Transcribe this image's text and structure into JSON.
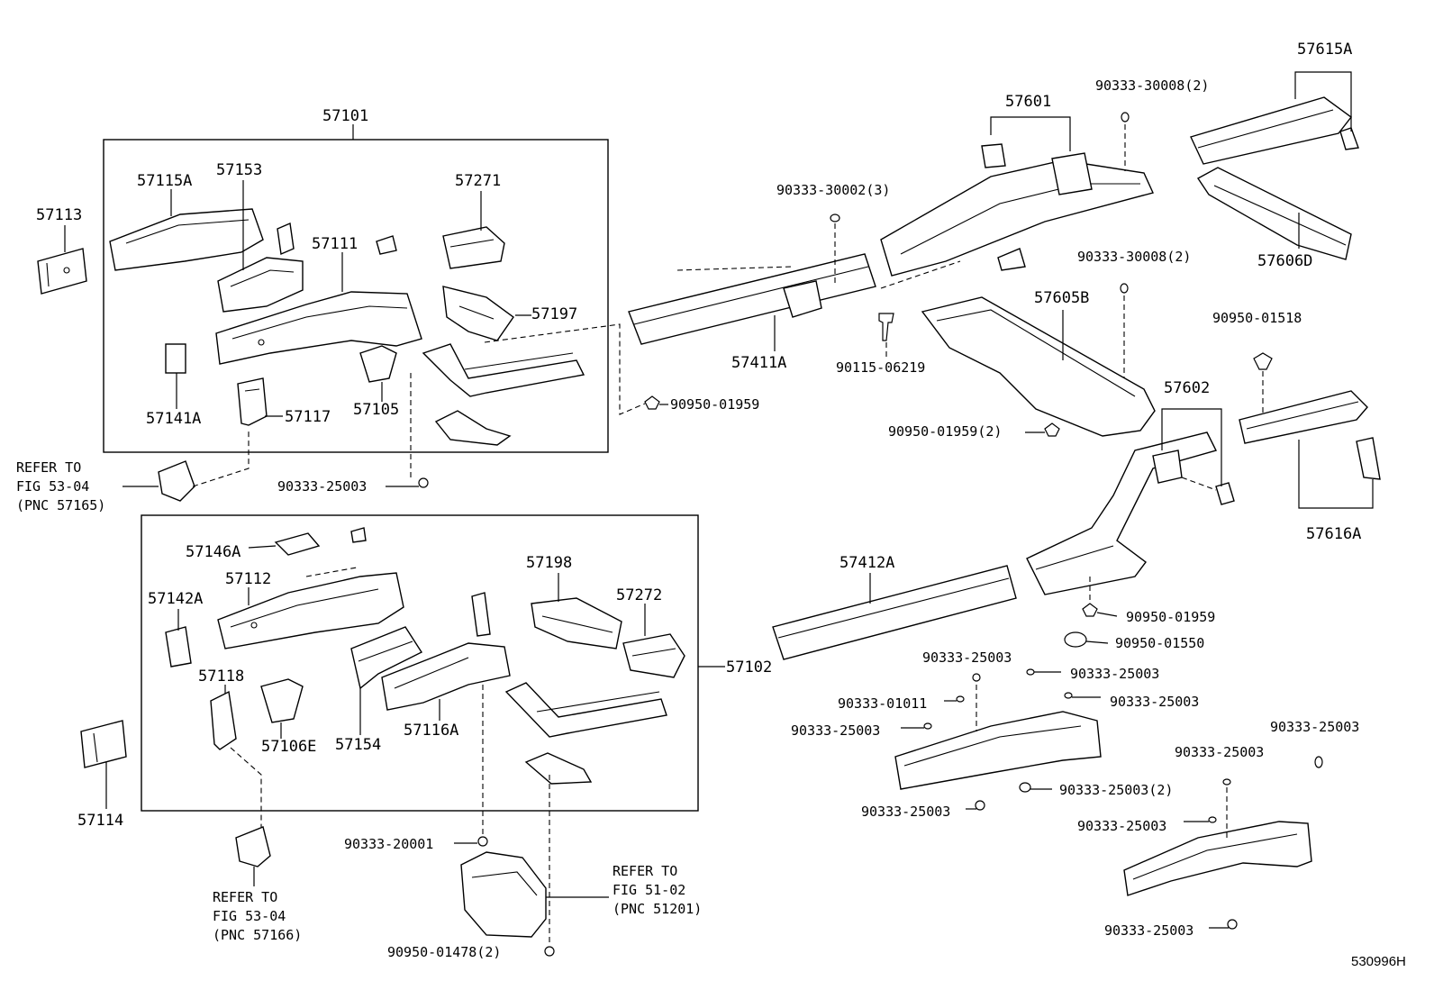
{
  "diagram": {
    "labels": {
      "l57101": "57101",
      "l57113": "57113",
      "l57115A": "57115A",
      "l57153": "57153",
      "l57271": "57271",
      "l57111": "57111",
      "l57197": "57197",
      "l57141A": "57141A",
      "l57117": "57117",
      "l57105": "57105",
      "l90950_01959_a": "90950-01959",
      "l90333_25003_a": "90333-25003",
      "l57411A": "57411A",
      "l90333_30002": "90333-30002(3)",
      "l57601": "57601",
      "l90333_30008_a": "90333-30008(2)",
      "l57615A": "57615A",
      "l57606D": "57606D",
      "l90333_30008_b": "90333-30008(2)",
      "l57605B": "57605B",
      "l90115_06219": "90115-06219",
      "l90950_01518": "90950-01518",
      "l90950_01959_b": "90950-01959(2)",
      "l57602": "57602",
      "l57616A": "57616A",
      "l57146A": "57146A",
      "l57112": "57112",
      "l57142A": "57142A",
      "l57198": "57198",
      "l57272": "57272",
      "l57102": "57102",
      "l57118": "57118",
      "l57106E": "57106E",
      "l57154": "57154",
      "l57116A": "57116A",
      "l57114": "57114",
      "l57412A": "57412A",
      "l90950_01959_c": "90950-01959",
      "l90950_01550": "90950-01550",
      "l90333_25003_b": "90333-25003",
      "l90333_25003_c": "90333-25003",
      "l90333_01011": "90333-01011",
      "l90333_25003_d": "90333-25003",
      "l90333_25003_e": "90333-25003",
      "l90333_25003_f": "90333-25003(2)",
      "l90333_25003_g": "90333-25003",
      "l90333_25003_h": "90333-25003",
      "l90333_25003_i": "90333-25003",
      "l90333_25003_j": "90333-25003",
      "l90333_25003_k": "90333-25003",
      "l90333_20001": "90333-20001",
      "l90950_01478": "90950-01478(2)",
      "diagram_id": "530996H"
    },
    "refer_blocks": {
      "r1": {
        "line1": "REFER TO",
        "line2": "FIG 53-04",
        "line3": "(PNC 57165)"
      },
      "r2": {
        "line1": "REFER TO",
        "line2": "FIG 53-04",
        "line3": "(PNC 57166)"
      },
      "r3": {
        "line1": "REFER TO",
        "line2": "FIG 51-02",
        "line3": "(PNC 51201)"
      }
    }
  }
}
